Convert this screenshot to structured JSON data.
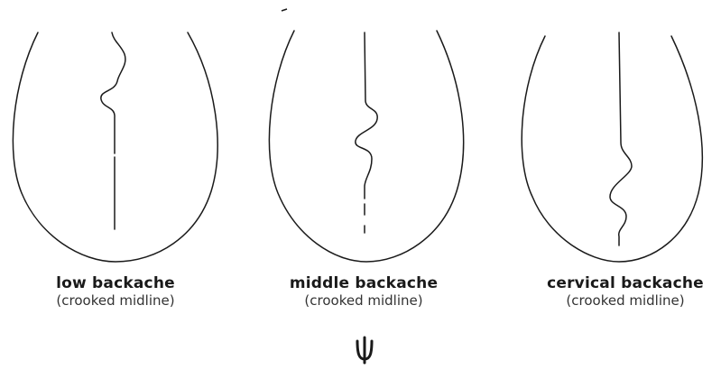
{
  "panels": [
    {
      "title": "low backache",
      "subtitle": "(crooked midline)"
    },
    {
      "title": "middle backache",
      "subtitle": "(crooked midline)"
    },
    {
      "title": "cervical backache",
      "subtitle": "(crooked midline)"
    }
  ],
  "ornament": "Ψ",
  "line_color": "#1a1a1a"
}
